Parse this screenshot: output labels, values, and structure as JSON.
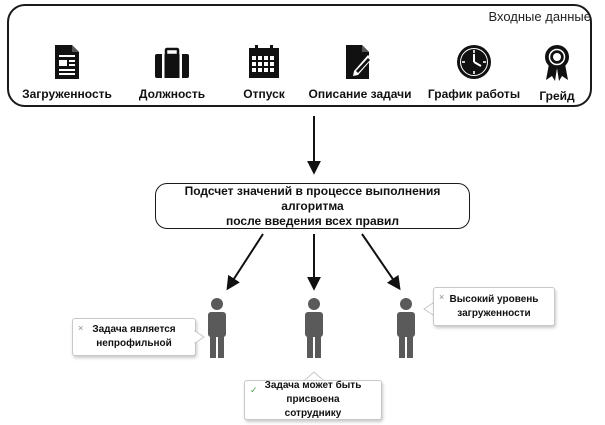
{
  "inputs_panel": {
    "title": "Входные данные",
    "items": [
      {
        "label": "Загруженность",
        "icon": "document-icon"
      },
      {
        "label": "Должность",
        "icon": "briefcase-icon"
      },
      {
        "label": "Отпуск",
        "icon": "calendar-icon"
      },
      {
        "label": "Описание задачи",
        "icon": "edit-document-icon"
      },
      {
        "label": "График работы",
        "icon": "clock-icon"
      },
      {
        "label": "Грейд",
        "icon": "award-icon"
      }
    ]
  },
  "process": {
    "text_line1": "Подсчет значений в процессе выполнения алгоритма",
    "text_line2": "после введения всех правил"
  },
  "outcomes": [
    {
      "text": "Задача является непрофильной",
      "mark": "×"
    },
    {
      "text": "Задача может быть присвоена сотруднику",
      "mark": "✓"
    },
    {
      "text": "Высокий уровень загруженности",
      "mark": "×"
    }
  ]
}
